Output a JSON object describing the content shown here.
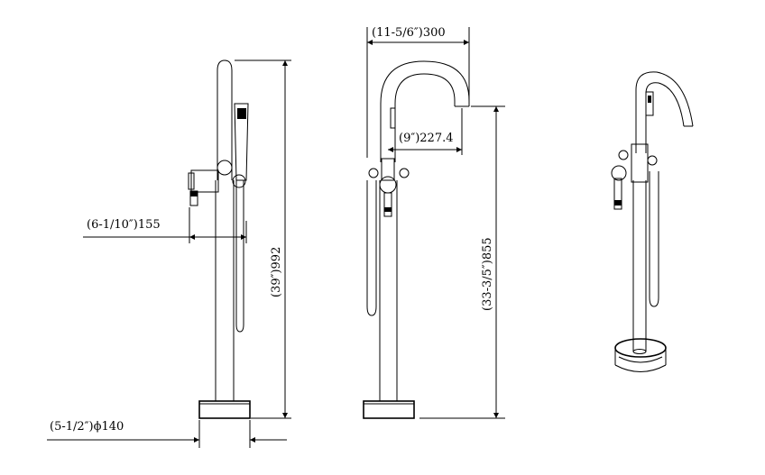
{
  "dimensions": {
    "width_top": "(11-5/6″)300",
    "spout_reach": "(9″)227.4",
    "height_total": "(39″)992",
    "height_spout": "(33-3/5″)855",
    "handle_offset": "(6-1/10″)155",
    "base_diameter": "(5-1/2″)ϕ140"
  },
  "views": [
    "side-view",
    "front-view",
    "perspective-view"
  ]
}
